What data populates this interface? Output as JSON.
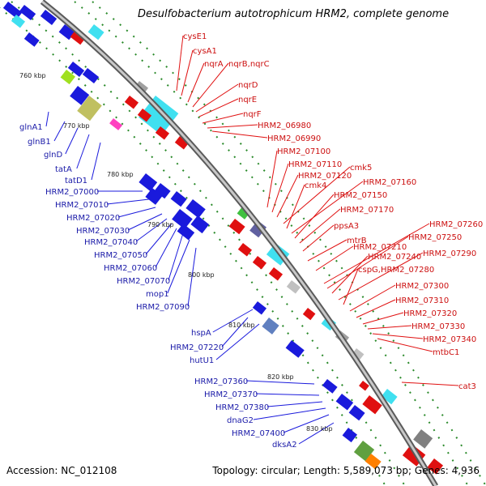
{
  "map": {
    "title": "Desulfobacterium autotrophicum HRM2, complete genome",
    "footer": {
      "accession": "Accession: NC_012108",
      "summary": "Topology: circular; Length: 5,589,073 bp; Genes: 4,936"
    },
    "kbp_labels": [
      "760 kbp",
      "770 kbp",
      "780 kbp",
      "790 kbp",
      "800 kbp",
      "810 kbp",
      "820 kbp",
      "830 kbp"
    ],
    "left_gene_labels": [
      "glnA1",
      "glnB1",
      "glnD",
      "tatA",
      "tatD1",
      "HRM2_07000",
      "HRM2_07010",
      "HRM2_07020",
      "HRM2_07030",
      "HRM2_07040",
      "HRM2_07050",
      "HRM2_07060",
      "HRM2_07070",
      "mop1",
      "HRM2_07090",
      "hspA",
      "HRM2_07220",
      "hutU1",
      "HRM2_07360",
      "HRM2_07370",
      "HRM2_07380",
      "dnaG2",
      "HRM2_07400",
      "dksA2"
    ],
    "right_gene_labels": [
      "cysE1",
      "cysA1",
      "nqrA",
      "nqrB,nqrC",
      "nqrD",
      "nqrE",
      "nqrF",
      "HRM2_06980",
      "HRM2_06990",
      "HRM2_07100",
      "HRM2_07110",
      "HRM2_07120",
      "cmk5",
      "cmk4",
      "HRM2_07160",
      "HRM2_07150",
      "HRM2_07170",
      "ppsA3",
      "mtrB",
      "HRM2_07210",
      "HRM2_07260",
      "HRM2_07250",
      "HRM2_07240",
      "HRM2_07290",
      "cspG,HRM2_07280",
      "HRM2_07300",
      "HRM2_07310",
      "HRM2_07320",
      "HRM2_07330",
      "HRM2_07340",
      "mtbC1",
      "cat3"
    ],
    "colors": {
      "forward_strand": "#1a1adc",
      "reverse_strand": "#e01010",
      "backbone": "#8a8a8a",
      "left_label_text": "#1a1aa8",
      "right_label_text": "#cc1010",
      "kbp_tick": "#2a8a2a"
    }
  }
}
